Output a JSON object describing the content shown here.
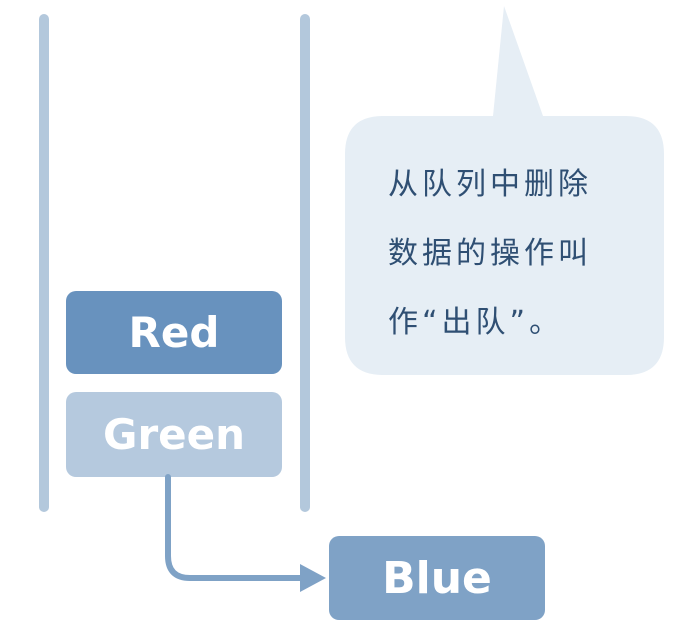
{
  "queue": {
    "items": [
      {
        "label": "Red",
        "color": "#6892be"
      },
      {
        "label": "Green",
        "color": "#b5c9de"
      }
    ],
    "removed_item": {
      "label": "Blue",
      "color": "#7fa2c6"
    }
  },
  "callout": {
    "lines": [
      "从队列中删除",
      "数据的操作叫",
      "作“出队”。"
    ],
    "background": "#e6eef5",
    "text_color": "#2f4f73"
  },
  "colors": {
    "rail": "#b3c8dc",
    "connector": "#7fa2c6"
  }
}
